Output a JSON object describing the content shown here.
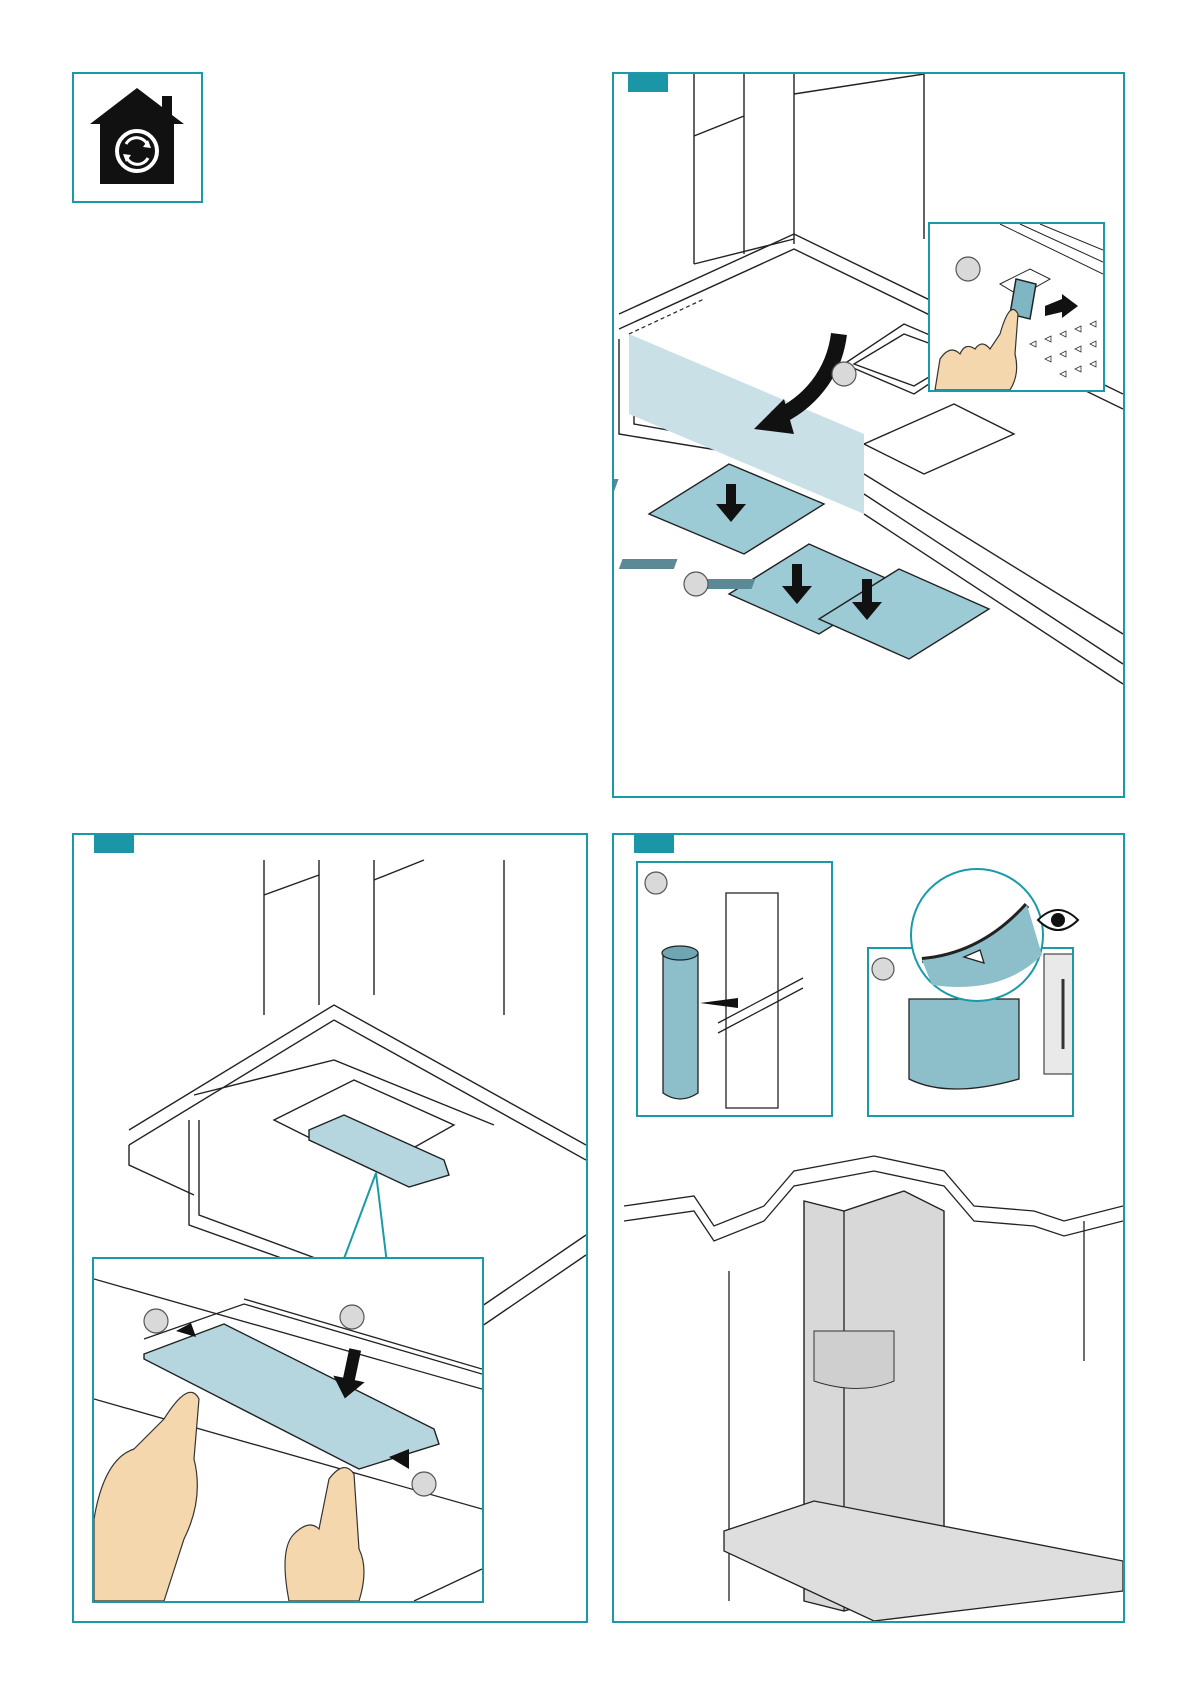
{
  "document": {
    "accent_color": "#1a96a6",
    "part_fill_color": "#a9cfd9",
    "icon": "house-recirculation-icon"
  },
  "panels": [
    {
      "id": "panel-filter-removal",
      "icon": "step-tab"
    },
    {
      "id": "panel-cover-removal",
      "icon": "step-tab"
    },
    {
      "id": "panel-chimney-install",
      "icon": "step-tab"
    }
  ]
}
